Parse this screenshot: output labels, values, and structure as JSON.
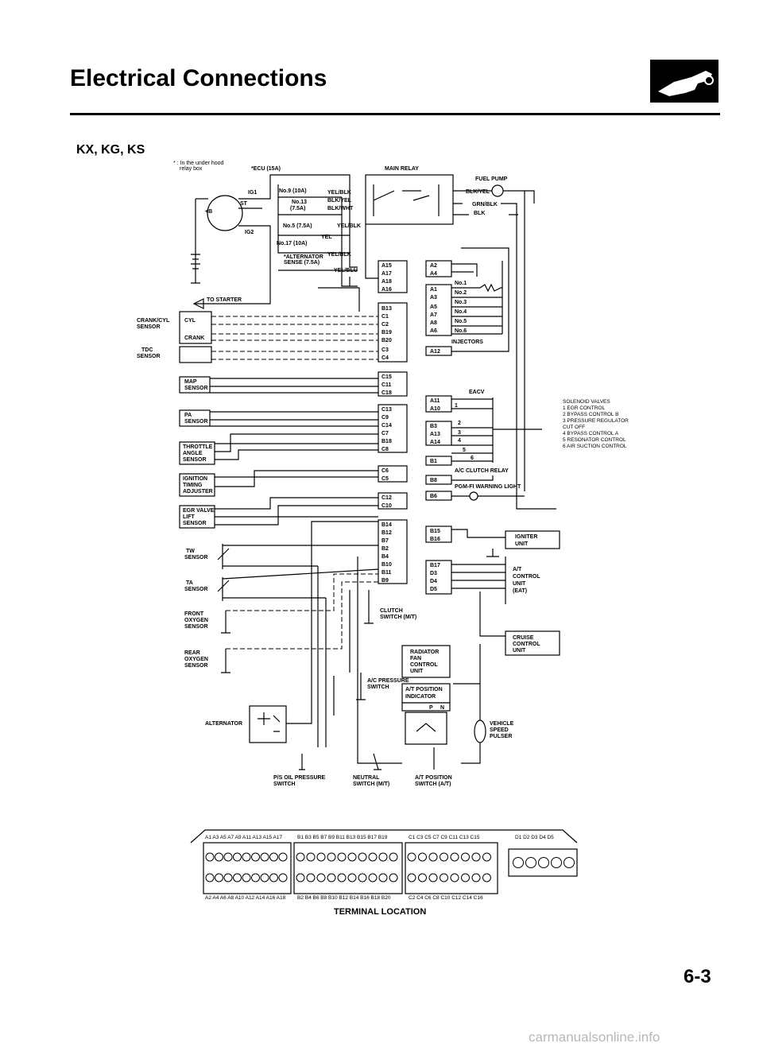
{
  "header": {
    "title": "Electrical Connections",
    "logo_icon": "car-service-icon"
  },
  "subtitle": "KX, KG, KS",
  "notes": {
    "underhood": "* : In the under hood",
    "underhood2": "relay box"
  },
  "fuses": {
    "ecu": "*ECU (15A)",
    "no9": "No.9 (10A)",
    "no13": "No.13",
    "no13b": "(7.5A)",
    "no5": "No.5 (7.5A)",
    "no17": "No.17 (10A)",
    "alt": "*ALTERNATOR",
    "alt2": "SENSE (7.5A)"
  },
  "ignition": {
    "ig1": "IG1",
    "ig2": "IG2",
    "st": "ST",
    "b": "+B"
  },
  "relays": {
    "main": "MAIN RELAY",
    "fuel_pump": "FUEL PUMP",
    "to_starter": "TO STARTER"
  },
  "wires": {
    "yelblk": "YEL/BLK",
    "blkyel": "BLK/YEL",
    "blkwht": "BLK/WHT",
    "yelblk2": "YEL/BLK",
    "yel": "YEL",
    "yelblk3": "YEL/BLK",
    "yelblu": "YEL/BLU",
    "blkyel2": "BLK/YEL",
    "grnblk": "GRN/BLK",
    "blk": "BLK"
  },
  "sensors": {
    "crank_cyl": "CRANK/CYL",
    "crank_cyl2": "SENSOR",
    "cyl": "CYL",
    "crank": "CRANK",
    "tdc": "TDC",
    "tdc2": "SENSOR",
    "map": "MAP",
    "map2": "SENSOR",
    "pa": "PA",
    "pa2": "SENSOR",
    "throttle": "THROTTLE",
    "throttle2": "ANGLE",
    "throttle3": "SENSOR",
    "ignition_timing": "IGNITION",
    "ignition_timing2": "TIMING",
    "ignition_timing3": "ADJUSTER",
    "egr": "EGR VALVE",
    "egr2": "LIFT",
    "egr3": "SENSOR",
    "tw": "TW",
    "tw2": "SENSOR",
    "ta": "TA",
    "ta2": "SENSOR",
    "front_o2": "FRONT",
    "front_o2b": "OXYGEN",
    "front_o2c": "SENSOR",
    "rear_o2": "REAR",
    "rear_o2b": "OXYGEN",
    "rear_o2c": "SENSOR",
    "alternator": "ALTERNATOR"
  },
  "pins_a": [
    "A15",
    "A17",
    "A18",
    "A16"
  ],
  "pins_b": [
    "B13",
    "C1",
    "C2",
    "B19",
    "B20",
    "C3",
    "C4"
  ],
  "pins_c": [
    "C15",
    "C11",
    "C18"
  ],
  "pins_d": [
    "C13",
    "C9",
    "C14",
    "C7",
    "B18",
    "C8"
  ],
  "pins_e": [
    "C6",
    "C5"
  ],
  "pins_f": [
    "C12",
    "C10"
  ],
  "pins_g": [
    "B14",
    "B12",
    "B7",
    "B2",
    "B4",
    "B10",
    "B11",
    "B9"
  ],
  "pins_r1": [
    "A2",
    "A4"
  ],
  "pins_r2": [
    "A1",
    "A3",
    "A5",
    "A7",
    "A8",
    "A6"
  ],
  "pins_r3": [
    "A12"
  ],
  "pins_r4": [
    "A11",
    "A10"
  ],
  "pins_r5": [
    "B3",
    "A13",
    "A14"
  ],
  "pins_r6": [
    "B1"
  ],
  "pins_r7": [
    "B8"
  ],
  "pins_r8": [
    "B6"
  ],
  "pins_r9": [
    "B15",
    "B16"
  ],
  "pins_r10": [
    "B17",
    "D3",
    "D4",
    "D5"
  ],
  "injectors": {
    "no1": "No.1",
    "no2": "No.2",
    "no3": "No.3",
    "no4": "No.4",
    "no5": "No.5",
    "no6": "No.6",
    "label": "INJECTORS"
  },
  "eacv": "EACV",
  "solenoid_nums": [
    "1",
    "2",
    "3",
    "4",
    "5",
    "6"
  ],
  "ac_clutch": "A/C CLUTCH RELAY",
  "pgm_fi": "PGM-FI WARNING LIGHT",
  "igniter": {
    "l1": "IGNITER",
    "l2": "UNIT"
  },
  "at_control": {
    "l1": "A/T",
    "l2": "CONTROL",
    "l3": "UNIT",
    "l4": "(EAT)"
  },
  "clutch": {
    "l1": "CLUTCH",
    "l2": "SWITCH (M/T)"
  },
  "cruise": {
    "l1": "CRUISE",
    "l2": "CONTROL",
    "l3": "UNIT"
  },
  "radiator": {
    "l1": "RADIATOR",
    "l2": "FAN",
    "l3": "CONTROL",
    "l4": "UNIT"
  },
  "ac_pressure": {
    "l1": "A/C PRESSURE",
    "l2": "SWITCH"
  },
  "at_position": {
    "l1": "A/T POSITION",
    "l2": "INDICATOR",
    "p": "P",
    "n": "N"
  },
  "vss": {
    "l1": "VEHICLE",
    "l2": "SPEED",
    "l3": "PULSER"
  },
  "bottom": {
    "ps1": "P/S OIL PRESSURE",
    "ps2": "SWITCH",
    "neutral1": "NEUTRAL",
    "neutral2": "SWITCH (M/T)",
    "atpos1": "A/T POSITION",
    "atpos2": "SWITCH (A/T)"
  },
  "solenoid_legend": {
    "title": "SOLENOID VALVES",
    "items": [
      "1  EGR CONTROL",
      "2  BYPASS CONTROL B",
      "3  PRESSURE REGULATOR",
      "    CUT OFF",
      "4  BYPASS CONTROL A",
      "5  RESONATOR CONTROL",
      "6  AIR SUCTION CONTROL"
    ]
  },
  "terminal": {
    "a_top": "A1  A3  A5  A7  A9  A11 A13 A15 A17",
    "a_bot": "A2  A4  A6  A8  A10 A12 A14 A16 A18",
    "b_top": "B1  B3  B5  B7  B9  B11 B13 B15 B17 B19",
    "b_bot": "B2  B4  B6  B8  B10 B12 B14 B16 B18 B20",
    "c_top": "C1  C3  C5  C7  C9  C11 C13 C15",
    "c_bot": "C2  C4  C6  C8  C10 C12 C14 C16",
    "d_top": "D1   D2   D3   D4   D5",
    "title": "TERMINAL LOCATION"
  },
  "page_number": "6-3",
  "watermark": "carmanualsonline.info"
}
